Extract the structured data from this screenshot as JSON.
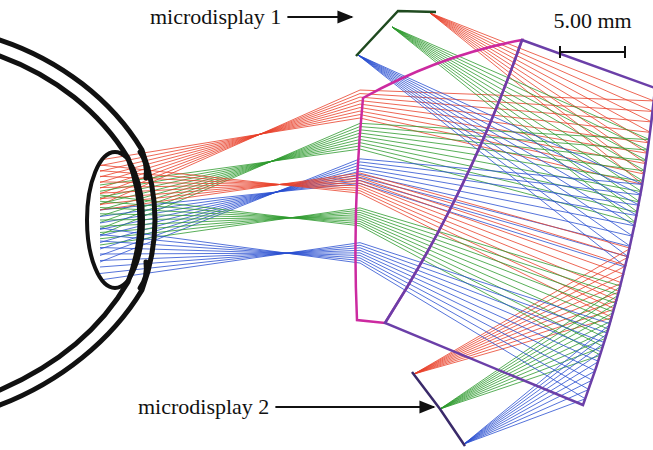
{
  "diagram": {
    "labels": [
      "microdisplay 1",
      "microdisplay 2",
      "5.00 mm"
    ]
  }
}
